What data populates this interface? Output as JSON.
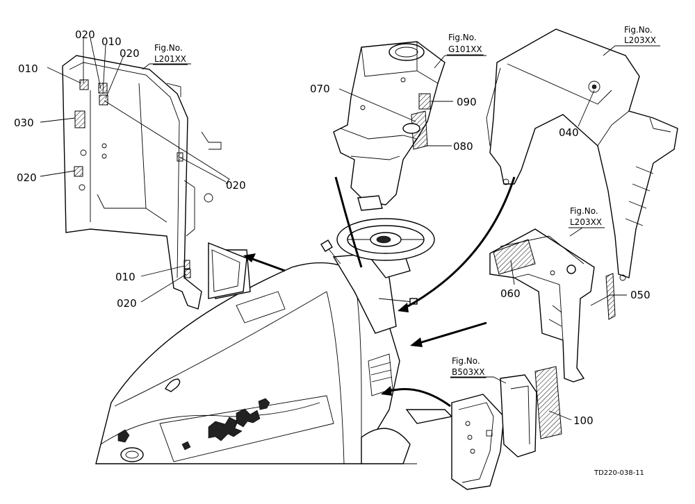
{
  "figure_refs": {
    "l201": {
      "title": "Fig.No.",
      "code": "L201XX"
    },
    "g101": {
      "title": "Fig.No.",
      "code": "G101XX"
    },
    "l203_top": {
      "title": "Fig.No.",
      "code": "L203XX"
    },
    "l203_mid": {
      "title": "Fig.No.",
      "code": "L203XX"
    },
    "b503": {
      "title": "Fig.No.",
      "code": "B503XX"
    }
  },
  "callouts": {
    "c020_a": "020",
    "c010_a": "010",
    "c020_b": "020",
    "c010_left": "010",
    "c030": "030",
    "c020_left": "020",
    "c020_right": "020",
    "c010_low": "010",
    "c020_low": "020",
    "c070": "070",
    "c090": "090",
    "c080": "080",
    "c040": "040",
    "c060": "060",
    "c050": "050",
    "c100": "100"
  },
  "drawing_code": "TD220-038-11"
}
